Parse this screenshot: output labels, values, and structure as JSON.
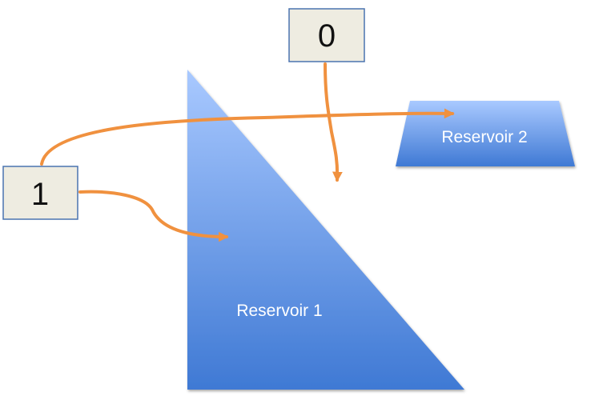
{
  "boxes": {
    "box_0": {
      "label": "0"
    },
    "box_1": {
      "label": "1"
    }
  },
  "reservoirs": {
    "reservoir_1": {
      "label": "Reservoir 1"
    },
    "reservoir_2": {
      "label": "Reservoir 2"
    }
  },
  "colors": {
    "arrow": "#f0913f",
    "box_fill": "#eeece1",
    "box_stroke": "#4a73b0",
    "reservoir_top": "#a9c9ff",
    "reservoir_bottom": "#3f79d4"
  }
}
